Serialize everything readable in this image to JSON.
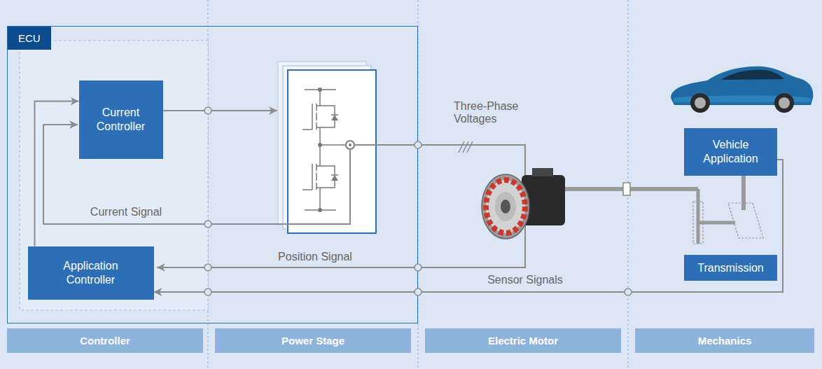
{
  "diagram": {
    "nodes": [
      {
        "text": [
          "ECU"
        ]
      },
      {
        "text": [
          "Current Controller"
        ],
        "in": 0
      },
      {
        "text": [
          "Application Controller"
        ],
        "in": 0
      },
      {
        "text": [
          "Vehicle Application"
        ]
      },
      {
        "text": [
          "Transmission"
        ]
      },
      {
        "text": [
          "Controller"
        ]
      },
      {
        "text": [
          "Power Stage"
        ]
      },
      {
        "text": [
          "Electric Motor"
        ]
      },
      {
        "text": [
          "Mechanics"
        ]
      }
    ],
    "edges": [
      {
        "from": 2,
        "to": 1,
        "arrow": "to"
      },
      {
        "from": 3,
        "to": 2,
        "label": "Sensor Signals",
        "arrow": "to"
      }
    ],
    "labels": [
      "Three-Phase Voltages",
      "Current Signal",
      "Position Signal"
    ]
  }
}
